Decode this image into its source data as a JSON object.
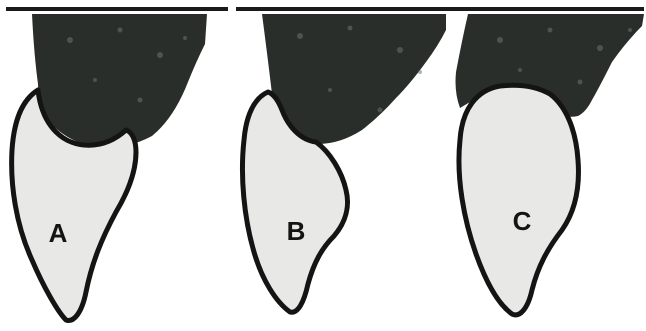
{
  "panels": [
    {
      "id": "A",
      "label": "A"
    },
    {
      "id": "B",
      "label": "B"
    },
    {
      "id": "C",
      "label": "C"
    }
  ],
  "colors": {
    "top_rule": "#1a1a1a",
    "dark_mass": "#2a2e2b",
    "light_fill": "#e8e9e6",
    "outline": "#141414"
  }
}
